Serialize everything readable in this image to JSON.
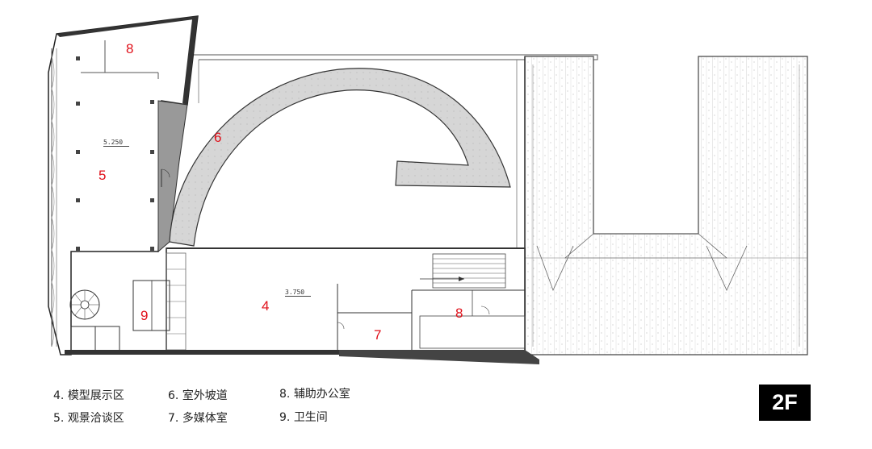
{
  "colors": {
    "label": "#e0101a",
    "wall": "#222222",
    "ramp": "#d4d4d4",
    "badge": "#000000"
  },
  "floor_label": "2F",
  "room_labels": {
    "exhibition": "4",
    "lounge": "5",
    "ramp": "6",
    "office_top": "8",
    "office_bottom": "8",
    "multimedia": "7",
    "restroom": "9"
  },
  "elevations": {
    "lounge": "5.250",
    "exhibition": "3.750"
  },
  "legend": [
    {
      "num": "4.",
      "text": "模型展示区"
    },
    {
      "num": "5.",
      "text": "观景洽谈区"
    },
    {
      "num": "6.",
      "text": "室外坡道"
    },
    {
      "num": "7.",
      "text": "多媒体室"
    },
    {
      "num": "8.",
      "text": "辅助办公室"
    },
    {
      "num": "9.",
      "text": "卫生间"
    }
  ]
}
